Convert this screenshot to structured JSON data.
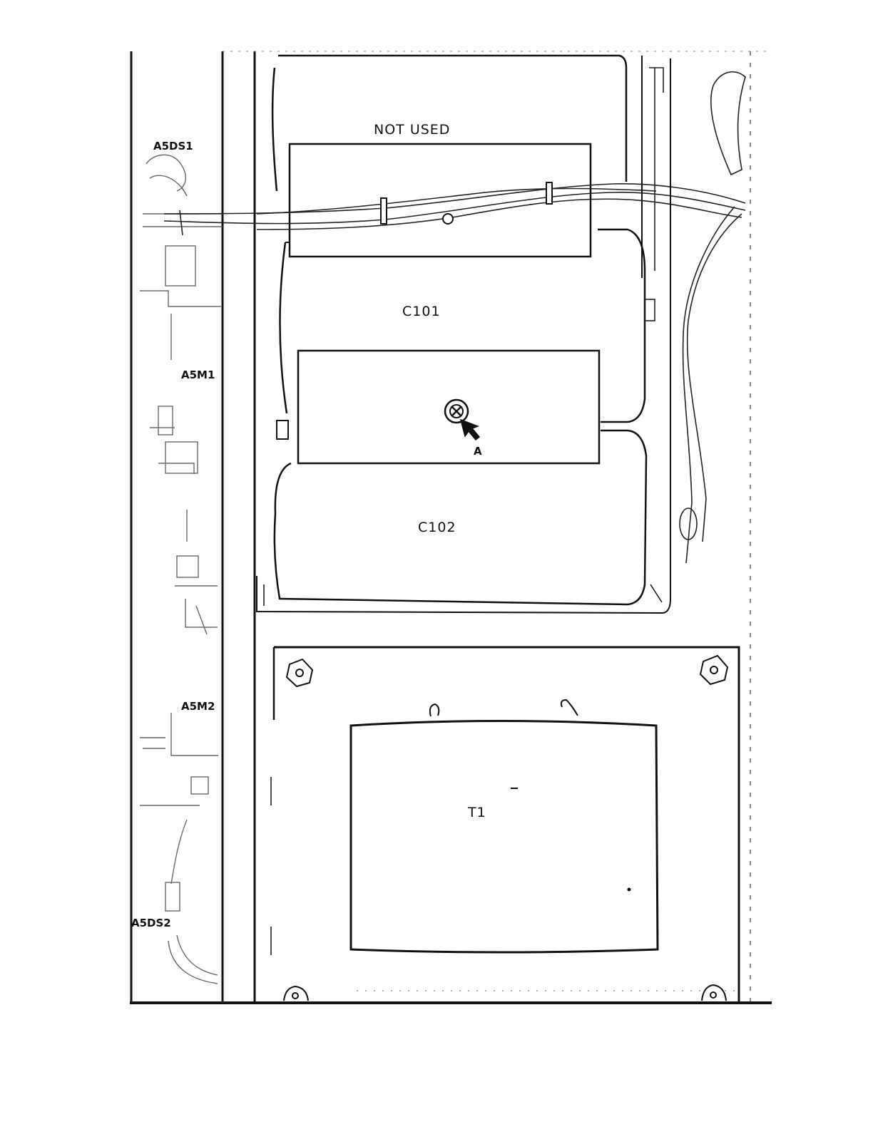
{
  "labels": {
    "not_used": "NOT USED",
    "c101": "C101",
    "c102": "C102",
    "t1": "T1",
    "a": "A",
    "a5ds1": "A5DS1",
    "a5m1": "A5M1",
    "a5m2": "A5M2",
    "a5ds2": "A5DS2"
  },
  "colors": {
    "ink": "#111111",
    "paper": "#ffffff",
    "faint": "#777777"
  },
  "icons": {
    "screw": "screw-icon",
    "pointer": "pointer-arrow-icon",
    "hex_nut": "hex-nut-icon"
  }
}
